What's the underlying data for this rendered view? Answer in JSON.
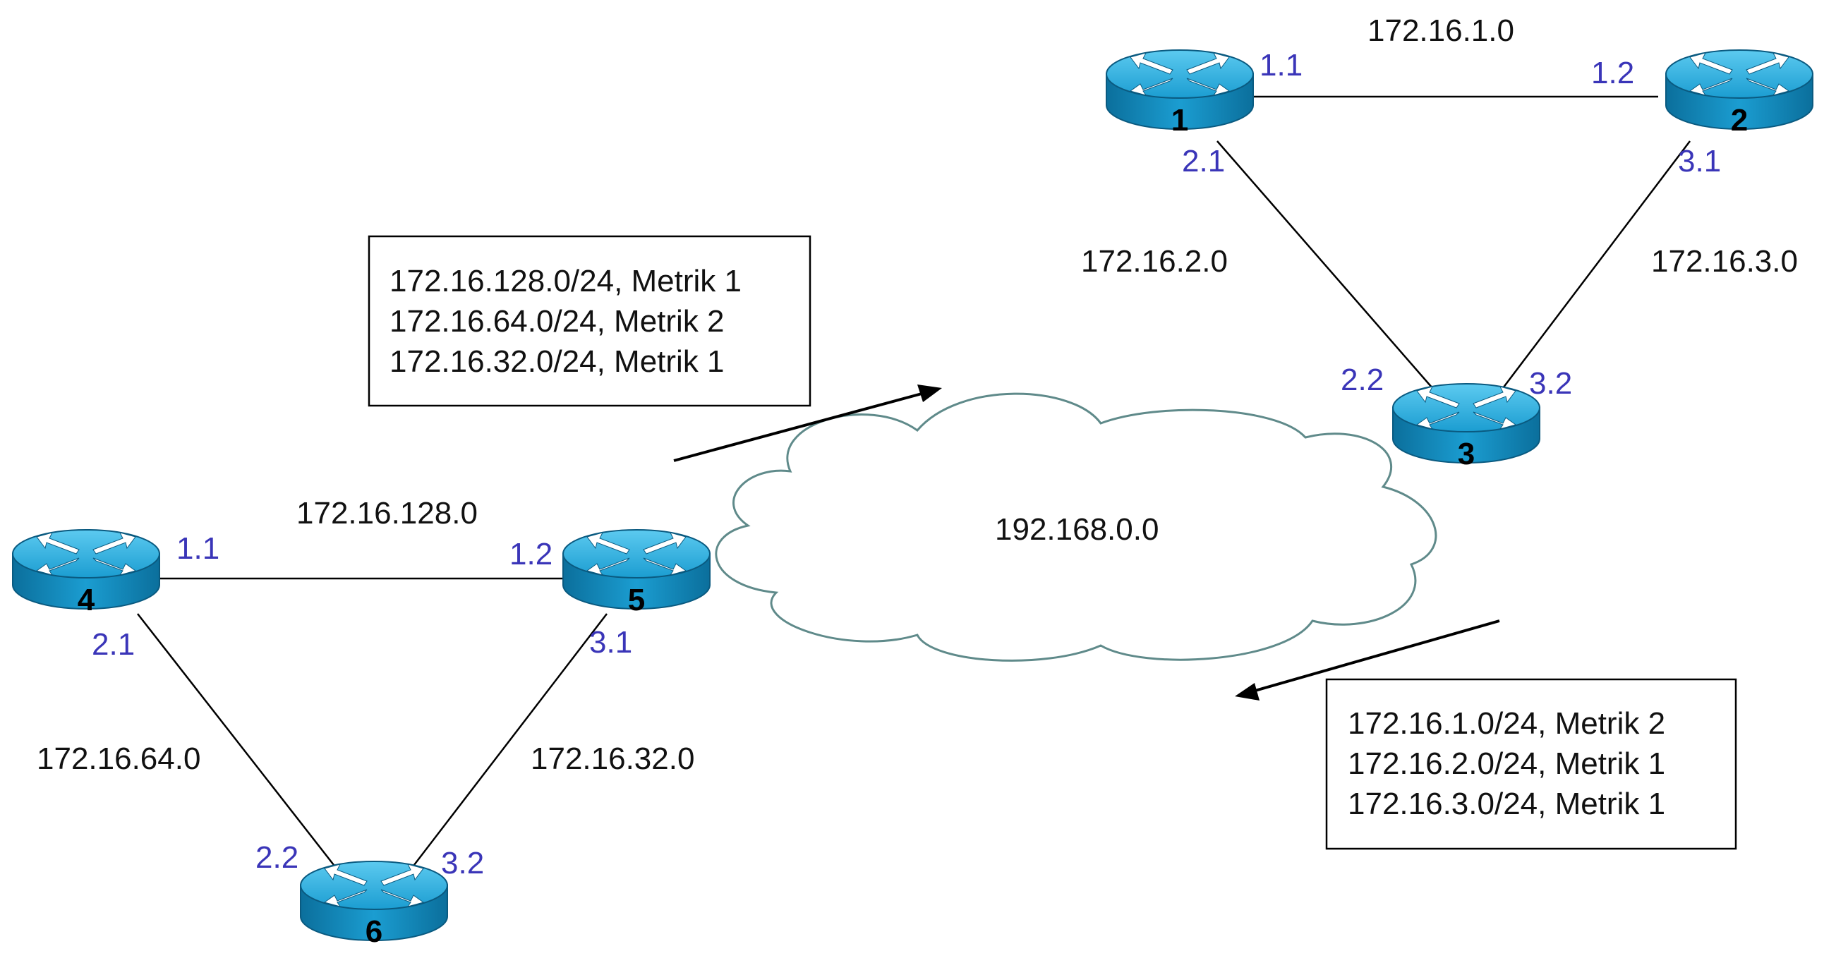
{
  "routers": [
    {
      "id": "1",
      "label": "1"
    },
    {
      "id": "2",
      "label": "2"
    },
    {
      "id": "3",
      "label": "3"
    },
    {
      "id": "4",
      "label": "4"
    },
    {
      "id": "5",
      "label": "5"
    },
    {
      "id": "6",
      "label": "6"
    }
  ],
  "networks": {
    "n_1_0": "172.16.1.0",
    "n_2_0": "172.16.2.0",
    "n_3_0": "172.16.3.0",
    "n_128_0": "172.16.128.0",
    "n_64_0": "172.16.64.0",
    "n_32_0": "172.16.32.0",
    "cloud": "192.168.0.0"
  },
  "interfaces": {
    "r1_1": "1.1",
    "r2_1": "1.2",
    "r1_2": "2.1",
    "r2_3": "3.1",
    "r3_2": "2.2",
    "r3_3": "3.2",
    "r4_1": "1.1",
    "r5_1": "1.2",
    "r4_2": "2.1",
    "r5_3": "3.1",
    "r6_2": "2.2",
    "r6_3": "3.2"
  },
  "update_left": [
    "172.16.128.0/24, Metrik 1",
    "172.16.64.0/24, Metrik 2",
    "172.16.32.0/24, Metrik 1"
  ],
  "update_right": [
    "172.16.1.0/24, Metrik 2",
    "172.16.2.0/24, Metrik 1",
    "172.16.3.0/24, Metrik 1"
  ],
  "colors": {
    "router_body": "#1b9dd1",
    "router_dark": "#0b6f9c",
    "interface_text": "#3a35b8",
    "cloud_stroke": "#5f8a8a"
  }
}
